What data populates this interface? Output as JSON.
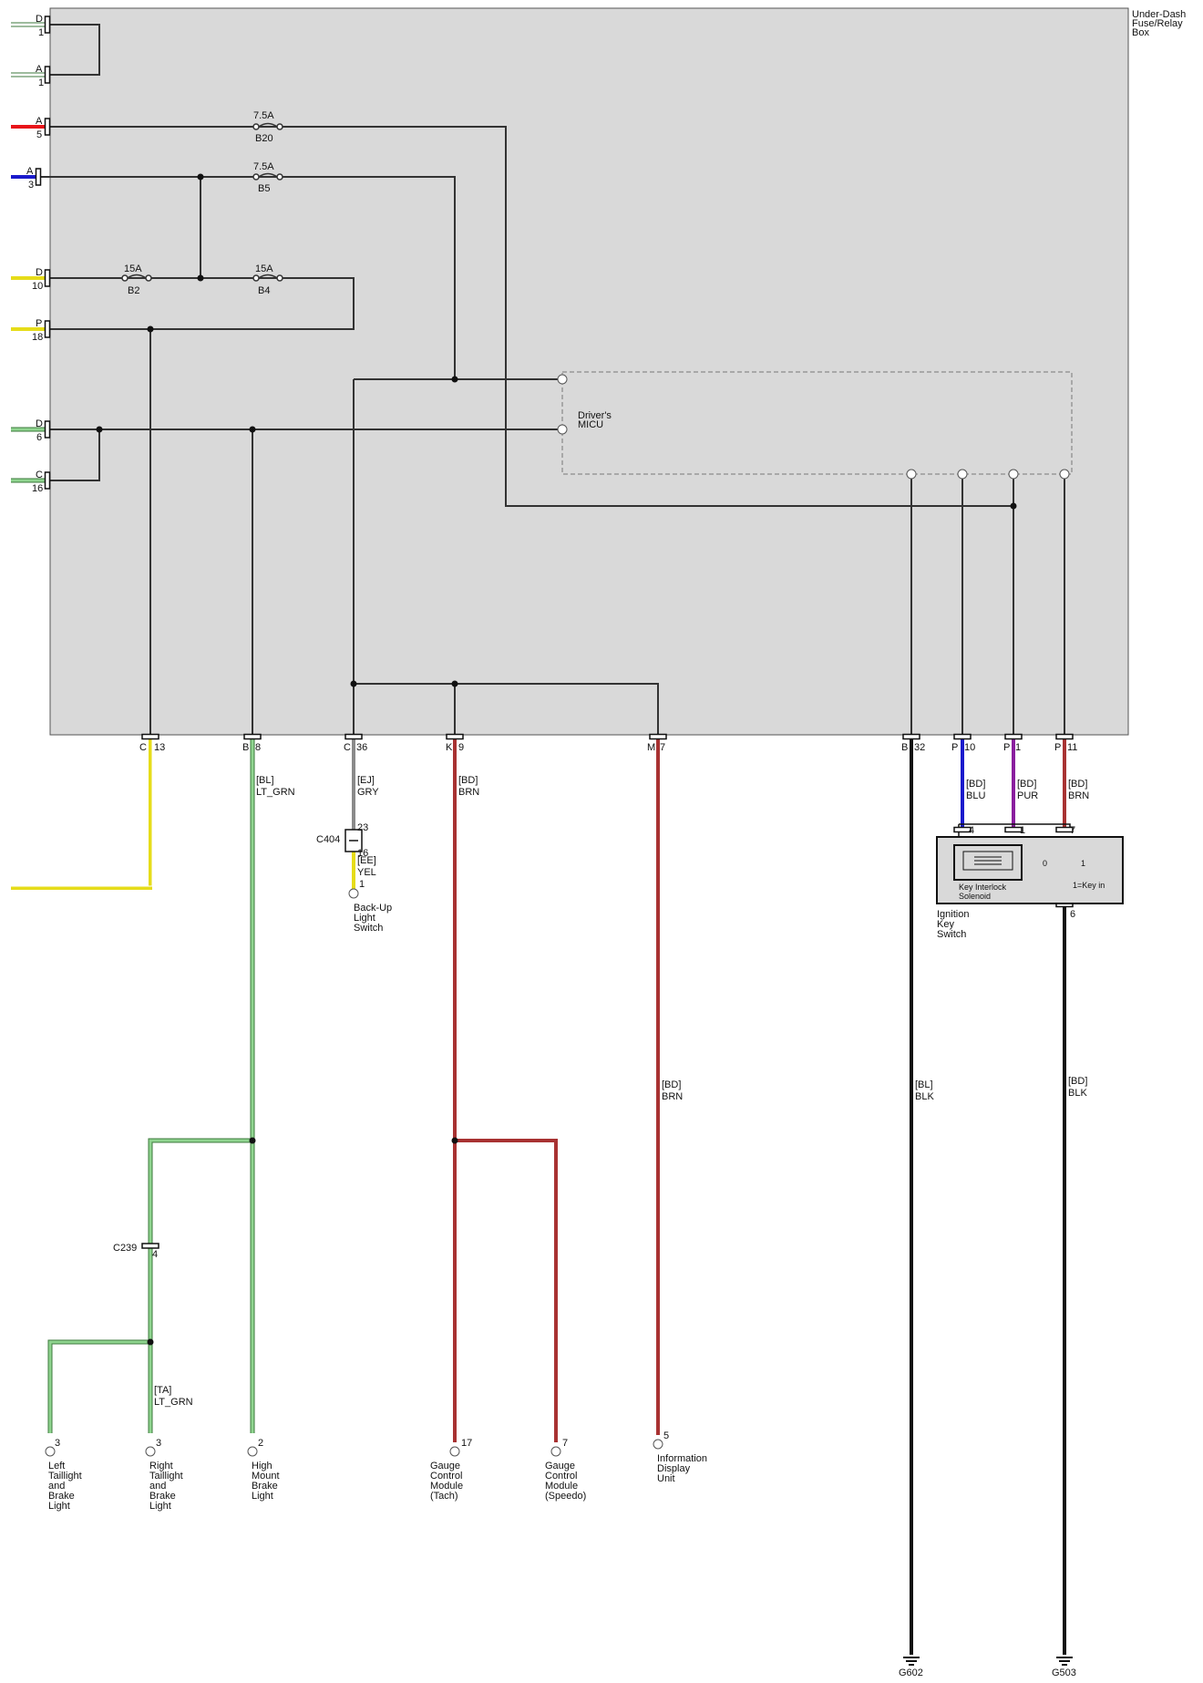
{
  "box": {
    "title": [
      "Under-Dash",
      "Fuse/Relay",
      "Box"
    ],
    "micu_label": [
      "Driver's",
      "MICU"
    ]
  },
  "left_pins": [
    {
      "letter": "D",
      "num": "1",
      "color": "#cccccc"
    },
    {
      "letter": "A",
      "num": "1",
      "color": "#cccccc"
    },
    {
      "letter": "A",
      "num": "5",
      "color": "#e8141a"
    },
    {
      "letter": "A",
      "num": "3",
      "color": "#1a1acc"
    },
    {
      "letter": "D",
      "num": "10",
      "color": "#e6dc19"
    },
    {
      "letter": "P",
      "num": "18",
      "color": "#e6dc19"
    },
    {
      "letter": "D",
      "num": "6",
      "color": "#8fd48f"
    },
    {
      "letter": "C",
      "num": "16",
      "color": "#8fd48f"
    }
  ],
  "fuses": [
    {
      "amps": "7.5A",
      "name": "B20"
    },
    {
      "amps": "7.5A",
      "name": "B5"
    },
    {
      "amps": "15A",
      "name": "B2"
    },
    {
      "amps": "15A",
      "name": "B4"
    }
  ],
  "bottom_pins": [
    {
      "letter": "C",
      "num": "13"
    },
    {
      "letter": "B",
      "num": "8"
    },
    {
      "letter": "C",
      "num": "36"
    },
    {
      "letter": "K",
      "num": "9"
    },
    {
      "letter": "M",
      "num": "7"
    },
    {
      "letter": "B",
      "num": "32"
    },
    {
      "letter": "P",
      "num": "10"
    },
    {
      "letter": "P",
      "num": "1"
    },
    {
      "letter": "P",
      "num": "11"
    }
  ],
  "wire_labels": [
    {
      "code": "[BL]",
      "color": "LT_GRN"
    },
    {
      "code": "[EJ]",
      "color": "GRY"
    },
    {
      "code": "[EE]",
      "color": "YEL"
    },
    {
      "code": "[BD]",
      "color": "BRN"
    },
    {
      "code": "[BD]",
      "color": "BLU"
    },
    {
      "code": "[BD]",
      "color": "PUR"
    },
    {
      "code": "[BD]",
      "color": "BRN"
    },
    {
      "code": "[BD]",
      "color": "BRN"
    },
    {
      "code": "[BL]",
      "color": "BLK"
    },
    {
      "code": "[BD]",
      "color": "BLK"
    },
    {
      "code": "[TA]",
      "color": "LT_GRN"
    }
  ],
  "connectors": {
    "c404": {
      "name": "C404",
      "pin_top": "23",
      "pin_bottom": "16"
    },
    "c239": {
      "name": "C239",
      "pin": "4"
    }
  },
  "ignition_switch": {
    "name": [
      "Ignition",
      "Key",
      "Switch"
    ],
    "solenoid": [
      "Key Interlock",
      "Solenoid"
    ],
    "pins": [
      "4",
      "1",
      "7",
      "6"
    ],
    "pos0": "0",
    "pos1": "1",
    "key_note": "1=Key in"
  },
  "components": [
    {
      "pin": "1",
      "label": [
        "Back-Up",
        "Light",
        "Switch"
      ]
    },
    {
      "pin": "3",
      "label": [
        "Left",
        "Taillight",
        "and",
        "Brake",
        "Light"
      ]
    },
    {
      "pin": "3",
      "label": [
        "Right",
        "Taillight",
        "and",
        "Brake",
        "Light"
      ]
    },
    {
      "pin": "2",
      "label": [
        "High",
        "Mount",
        "Brake",
        "Light"
      ]
    },
    {
      "pin": "17",
      "label": [
        "Gauge",
        "Control",
        "Module",
        "(Tach)"
      ]
    },
    {
      "pin": "7",
      "label": [
        "Gauge",
        "Control",
        "Module",
        "(Speedo)"
      ]
    },
    {
      "pin": "5",
      "label": [
        "Information",
        "Display",
        "Unit"
      ]
    }
  ],
  "grounds": [
    "G602",
    "G503"
  ],
  "colors": {
    "box_fill": "#d9d9d9",
    "red": "#e8141a",
    "blue": "#1a1acc",
    "yellow": "#e6dc19",
    "green": "#8fd48f",
    "brown": "#a83232",
    "purple": "#8a1e9e",
    "gray": "#8a8a8a",
    "black": "#111111"
  }
}
